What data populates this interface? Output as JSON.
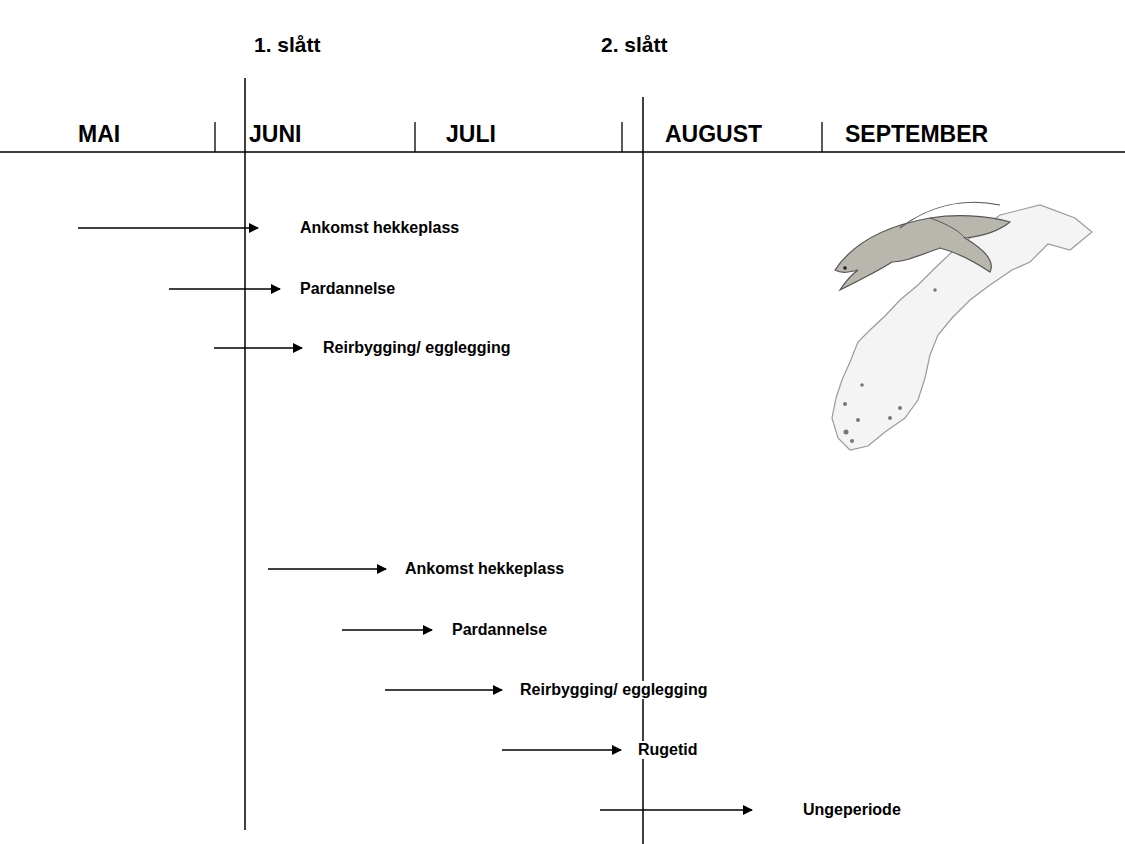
{
  "diagram": {
    "labels": [
      "1. slått",
      "2. slått",
      "MAI",
      "JUNI",
      "JULI",
      "AUGUST",
      "SEPTEMBER",
      "Ankomst hekkeplass",
      "Pardannelse",
      "Reirbygging/ egglegging",
      "Ankomst hekkeplass",
      "Pardannelse",
      "Reirbygging/ egglegging",
      "Rugetid",
      "Ungeperiode"
    ]
  }
}
